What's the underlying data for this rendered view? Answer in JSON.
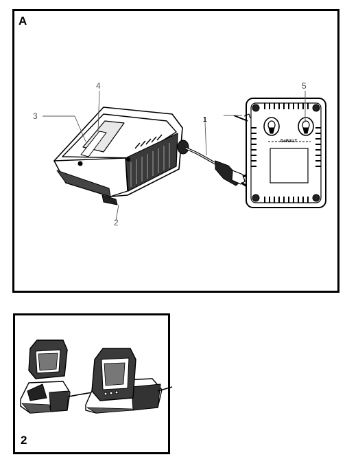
{
  "figures": [
    {
      "id": "A",
      "label": "A"
    },
    {
      "id": "2",
      "label": "2"
    }
  ],
  "callouts": {
    "c1": "1",
    "c2": "2",
    "c3": "3",
    "c4": "4",
    "c5": "5"
  },
  "charger_bottom_label": "DeWALT",
  "colors": {
    "line": "#000000",
    "body_gray": "#2b2b2b",
    "light_gray": "#8a8a8a"
  },
  "icons": [
    "charger-illustration",
    "plug-illustration",
    "charger-underside-illustration",
    "battery-on-charger-illustration"
  ]
}
